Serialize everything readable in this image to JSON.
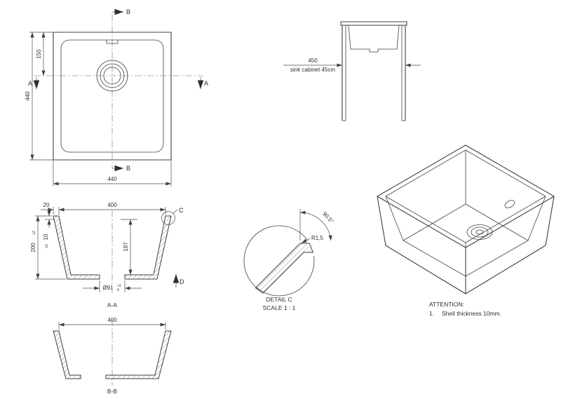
{
  "colors": {
    "line": "#3f3f3f",
    "dimension": "#4a4a4a",
    "background": "#ffffff"
  },
  "plan": {
    "dim_height": "440",
    "dim_drain_offset": "150",
    "dim_width": "440",
    "section_marker_a_left": "A",
    "section_marker_a_right": "A",
    "section_marker_b_top": "B",
    "section_marker_b_bottom": "B"
  },
  "cabinet": {
    "dim_width": "450",
    "note": "sink cabinet 45cm"
  },
  "section_aa": {
    "label": "A-A",
    "dim_rim": "20",
    "dim_opening": "400",
    "dim_depth": "200",
    "dim_depth_tol": "±2",
    "dim_shell": "10",
    "dim_shell_tol": "±2",
    "dim_inner_depth": "187",
    "dim_drain": "Ø91",
    "dim_drain_tol_upper": "+2",
    "dim_drain_tol_lower": "0",
    "detail_marker": "C",
    "direction_marker": "D"
  },
  "detail_c": {
    "label": "DETAIL C",
    "scale_note": "SCALE 1 : 1",
    "dim_radius": "R1,5",
    "dim_angle": "90.5°"
  },
  "section_bb": {
    "label": "B-B",
    "dim_opening": "400"
  },
  "attention": {
    "title": "ATTENTION:",
    "item_number": "1.",
    "item_1": "Shell thickness 10mm."
  }
}
